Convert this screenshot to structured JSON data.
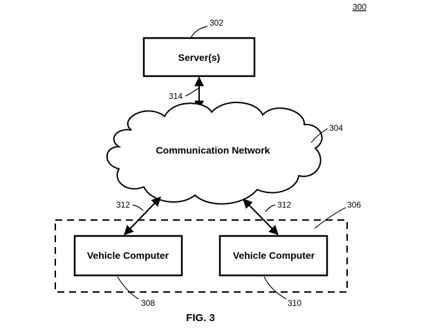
{
  "figure": {
    "number_ref": "300",
    "caption": "FIG. 3"
  },
  "server": {
    "label": "Server(s)",
    "ref": "302"
  },
  "network": {
    "label": "Communication Network",
    "ref": "304"
  },
  "vehicle_group": {
    "ref": "306"
  },
  "vehicle_left": {
    "label": "Vehicle Computer",
    "ref": "308"
  },
  "vehicle_right": {
    "label": "Vehicle Computer",
    "ref": "310"
  },
  "links": {
    "vehicle_left_ref": "312",
    "vehicle_right_ref": "312",
    "server_ref": "314"
  }
}
